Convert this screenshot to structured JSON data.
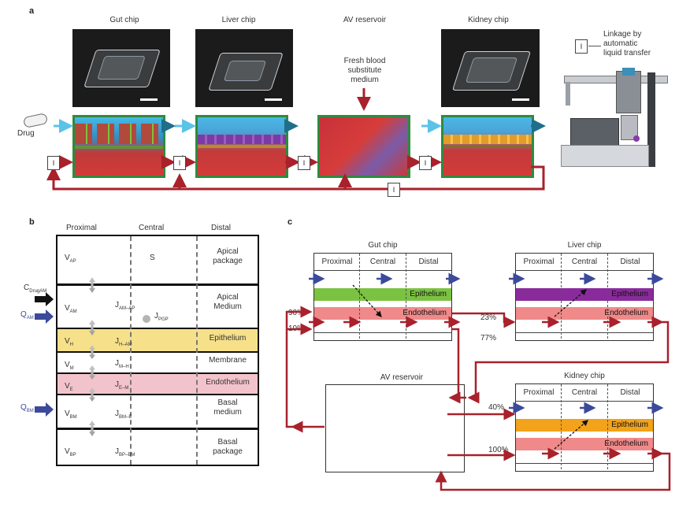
{
  "panel_a": {
    "letter": "a",
    "gut_label": "Gut chip",
    "liver_label": "Liver chip",
    "av_label": "AV reservoir",
    "kidney_label": "Kidney chip",
    "fresh_medium": [
      "Fresh blood",
      "substitute",
      "medium"
    ],
    "drug_label": "Drug",
    "link_symbol": "I",
    "legend_lines": [
      "Linkage by",
      "automatic",
      "liquid transfer"
    ]
  },
  "panel_b": {
    "letter": "b",
    "headers": [
      "Proximal",
      "Central",
      "Distal"
    ],
    "rows": [
      {
        "var": "V",
        "sub": "AP",
        "center": "S",
        "right": [
          "Apical",
          "package"
        ]
      },
      {
        "var": "V",
        "sub": "AM",
        "center": "J",
        "center_sub": "AM–AP",
        "extra": "J",
        "extra_sub": "PGP",
        "right": [
          "Apical",
          "Medium"
        ]
      },
      {
        "var": "V",
        "sub": "H",
        "center": "J",
        "center_sub": "H–AM",
        "right": [
          "Epithelium"
        ]
      },
      {
        "var": "V",
        "sub": "M",
        "center": "J",
        "center_sub": "M–H",
        "right": [
          "Membrane"
        ]
      },
      {
        "var": "V",
        "sub": "E",
        "center": "J",
        "center_sub": "E–M",
        "right": [
          "Endothelium"
        ]
      },
      {
        "var": "V",
        "sub": "BM",
        "center": "J",
        "center_sub": "BM–E",
        "right": [
          "Basal",
          "medium"
        ]
      },
      {
        "var": "V",
        "sub": "BP",
        "center": "J",
        "center_sub": "BP–BM",
        "right": [
          "Basal",
          "package"
        ]
      }
    ],
    "c_drug": "C",
    "c_drug_sub": "DrugAM",
    "q_am": "Q",
    "q_am_sub": "AM",
    "q_bm": "Q",
    "q_bm_sub": "BM"
  },
  "panel_c": {
    "letter": "c",
    "gut_title": "Gut chip",
    "liver_title": "Liver chip",
    "kidney_title": "Kidney chip",
    "av_title": "AV reservoir",
    "zones": [
      "Proximal",
      "Central",
      "Distal"
    ],
    "epithelium": "Epithelium",
    "endothelium": "Endothelium",
    "pct_90": "90%",
    "pct_10": "10%",
    "pct_23": "23%",
    "pct_77": "77%",
    "pct_40": "40%",
    "pct_100": "100%"
  },
  "colors": {
    "red": "#a8212b",
    "blue": "#3b4a9a",
    "light_blue": "#5cc3e8",
    "green_frame": "#2e8b3e",
    "gut_epi": "#7cc242",
    "liver_epi": "#8a2b9c",
    "kidney_epi": "#f2a21b",
    "endo": "#f08a8a",
    "b_epi": "#f7e08a",
    "b_endo": "#f3c3cb"
  }
}
